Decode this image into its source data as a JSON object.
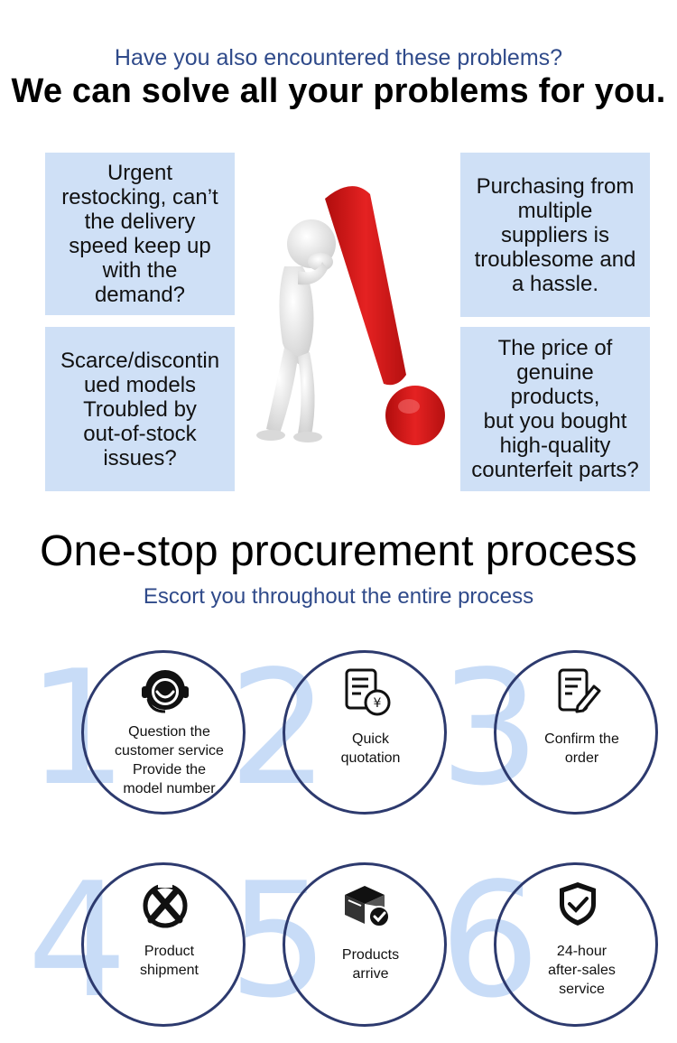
{
  "header": {
    "subtitle": "Have you also encountered these problems?",
    "title": "We can solve all your problems for you."
  },
  "problems": [
    {
      "text": "Urgent\nrestocking, can’t\nthe delivery\nspeed keep up\nwith the\ndemand?"
    },
    {
      "text": "Scarce/discontin\nued models\nTroubled by\nout-of-stock\nissues?"
    },
    {
      "text": "Purchasing from\nmultiple\nsuppliers is\ntroublesome and\na hassle."
    },
    {
      "text": "The price of\ngenuine\nproducts,\nbut you bought\nhigh-quality\ncounterfeit parts?"
    }
  ],
  "process": {
    "title": "One-stop procurement process",
    "subtitle": "Escort you throughout the entire process"
  },
  "steps": [
    {
      "number": "1",
      "icon": "headset-icon",
      "label": "Question the\ncustomer service\nProvide the\nmodel number"
    },
    {
      "number": "2",
      "icon": "quote-document-icon",
      "label": "Quick\nquotation"
    },
    {
      "number": "3",
      "icon": "edit-document-icon",
      "label": "Confirm the\norder"
    },
    {
      "number": "4",
      "icon": "shipment-icon",
      "label": "Product\nshipment"
    },
    {
      "number": "5",
      "icon": "package-check-icon",
      "label": "Products\narrive"
    },
    {
      "number": "6",
      "icon": "shield-check-icon",
      "label": "24-hour\nafter-sales\nservice"
    }
  ],
  "colors": {
    "accent_blue": "#2f4a8a",
    "box_bg": "#cfe0f6",
    "number_color": "#c8dcf7",
    "circle_border": "#2d3a6e",
    "exclamation_red": "#e02020"
  }
}
